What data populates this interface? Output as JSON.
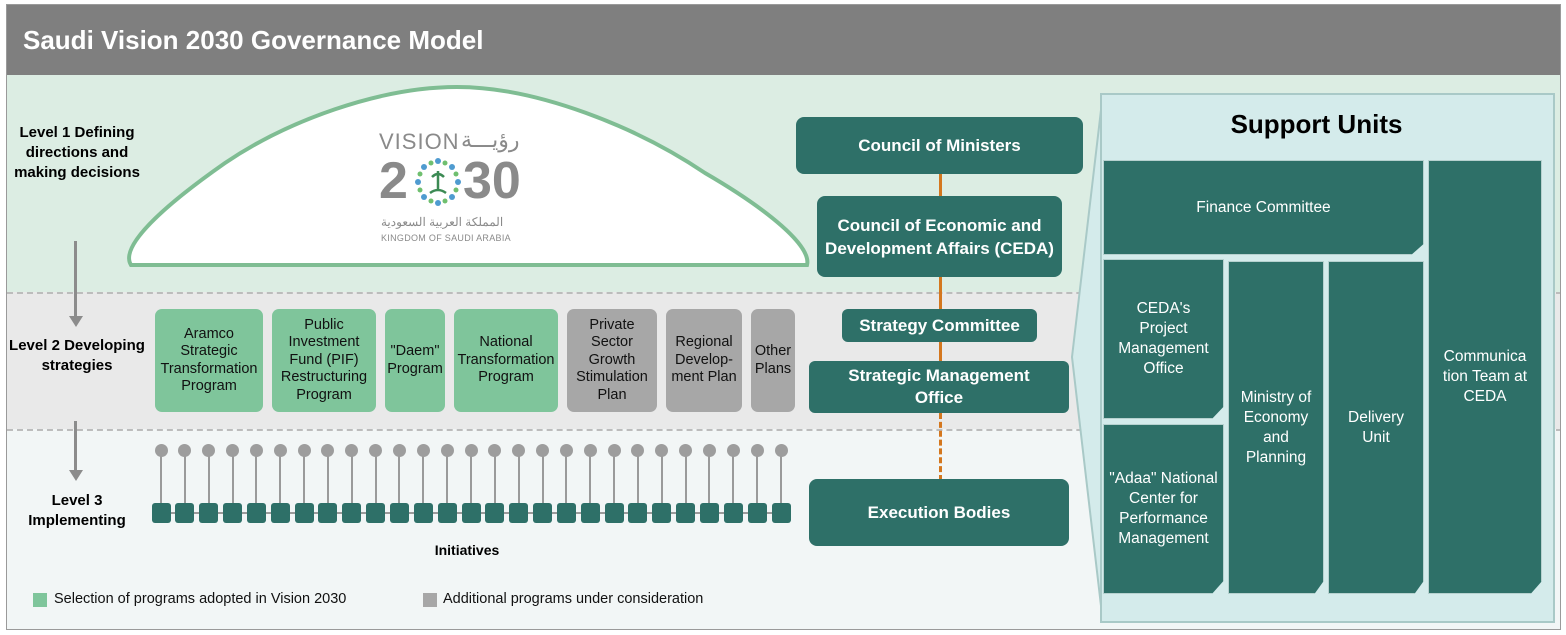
{
  "header": {
    "title": "Saudi Vision 2030 Governance Model"
  },
  "levels": [
    {
      "text": "Level 1 Defining directions and making decisions"
    },
    {
      "text": "Level 2 Developing strategies"
    },
    {
      "text": "Level 3 Implementing"
    }
  ],
  "logo": {
    "word": "VISION",
    "arabic_word": "رؤيـــة",
    "year_left": "2",
    "year_right": "30",
    "arabic_kingdom": "المملكة العربية السعودية",
    "kingdom": "KINGDOM OF SAUDI ARABIA"
  },
  "programs": [
    {
      "label": "Aramco Strategic Transformation Program",
      "status": "adopted"
    },
    {
      "label": "Public Investment Fund (PIF) Restructuring Program",
      "status": "adopted"
    },
    {
      "label": "\"Daem\" Program",
      "status": "adopted"
    },
    {
      "label": "National Transformation Program",
      "status": "adopted"
    },
    {
      "label": "Private Sector Growth Stimulation Plan",
      "status": "under-consideration"
    },
    {
      "label": "Regional Develop-ment Plan",
      "status": "under-consideration"
    },
    {
      "label": "Other Plans",
      "status": "under-consideration"
    }
  ],
  "initiatives": {
    "label": "Initiatives",
    "count": 27
  },
  "governance": {
    "council_of_ministers": "Council of Ministers",
    "ceda": "Council of Economic and Development Affairs (CEDA)",
    "strategy_committee": "Strategy Committee",
    "smo": "Strategic Management Office",
    "execution_bodies": "Execution Bodies"
  },
  "support_units": {
    "title": "Support Units",
    "finance_committee": "Finance Committee",
    "ceda_pmo": "CEDA's Project Management Office",
    "adaa": "\"Adaa\" National Center for Performance Management",
    "ministry": "Ministry of Economy and Planning",
    "delivery_unit": "Delivery Unit",
    "communication_team": "Communica tion Team at CEDA"
  },
  "legend": {
    "adopted": "Selection of programs adopted in Vision 2030",
    "additional": "Additional programs under consideration"
  },
  "colors": {
    "header_bg": "#7f7f7f",
    "teal": "#2e7068",
    "program_green": "#7fc59b",
    "program_grey": "#a7a7a7",
    "connector_orange": "#d4771e",
    "band_level1": "#dcede3",
    "support_panel": "#d4ebeb"
  }
}
